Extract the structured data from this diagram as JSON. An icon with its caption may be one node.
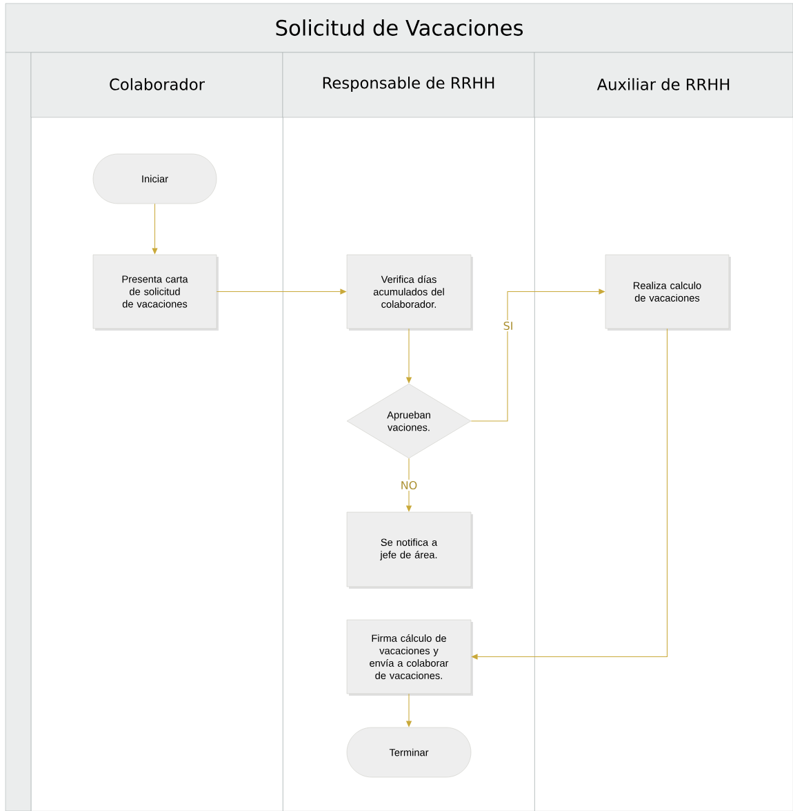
{
  "diagram": {
    "nodes": [
      {
        "text": [
          "Solicitud de Vacaciones"
        ]
      },
      {
        "text": [
          "Colaborador"
        ],
        "in": 0
      },
      {
        "text": [
          "Responsable de RRHH"
        ],
        "in": 0
      },
      {
        "text": [
          "Auxiliar de RRHH"
        ],
        "in": 0
      },
      {
        "text": [
          "Iniciar"
        ],
        "in": 1
      },
      {
        "text": [
          "Presenta carta de solicitud de vacaciones"
        ],
        "in": 1
      },
      {
        "text": [
          "Verifica días acumulados del colaborador."
        ],
        "in": 2
      },
      {
        "text": [
          "Aprueban vaciones."
        ],
        "in": 2
      },
      {
        "text": [
          "Realiza calculo de vacaciones"
        ],
        "in": 3
      },
      {
        "text": [
          "Se notifica a jefe de área."
        ],
        "in": 2
      },
      {
        "text": [
          "Firma cálculo de vacaciones y envía a colaborar de vacaciones."
        ],
        "in": 2
      },
      {
        "text": [
          "Terminar"
        ],
        "in": 2
      }
    ],
    "edges": [
      {
        "from": 4,
        "to": 5,
        "arrow": "to"
      },
      {
        "from": 5,
        "to": 6,
        "arrow": "to"
      },
      {
        "from": 6,
        "to": 7,
        "arrow": "to"
      },
      {
        "from": 7,
        "to": 8,
        "arrow": "to",
        "label": "SI"
      },
      {
        "from": 7,
        "to": 9,
        "arrow": "to",
        "label": "NO"
      },
      {
        "from": 8,
        "to": 10,
        "arrow": "to"
      },
      {
        "from": 10,
        "to": 11,
        "arrow": "to"
      }
    ]
  }
}
